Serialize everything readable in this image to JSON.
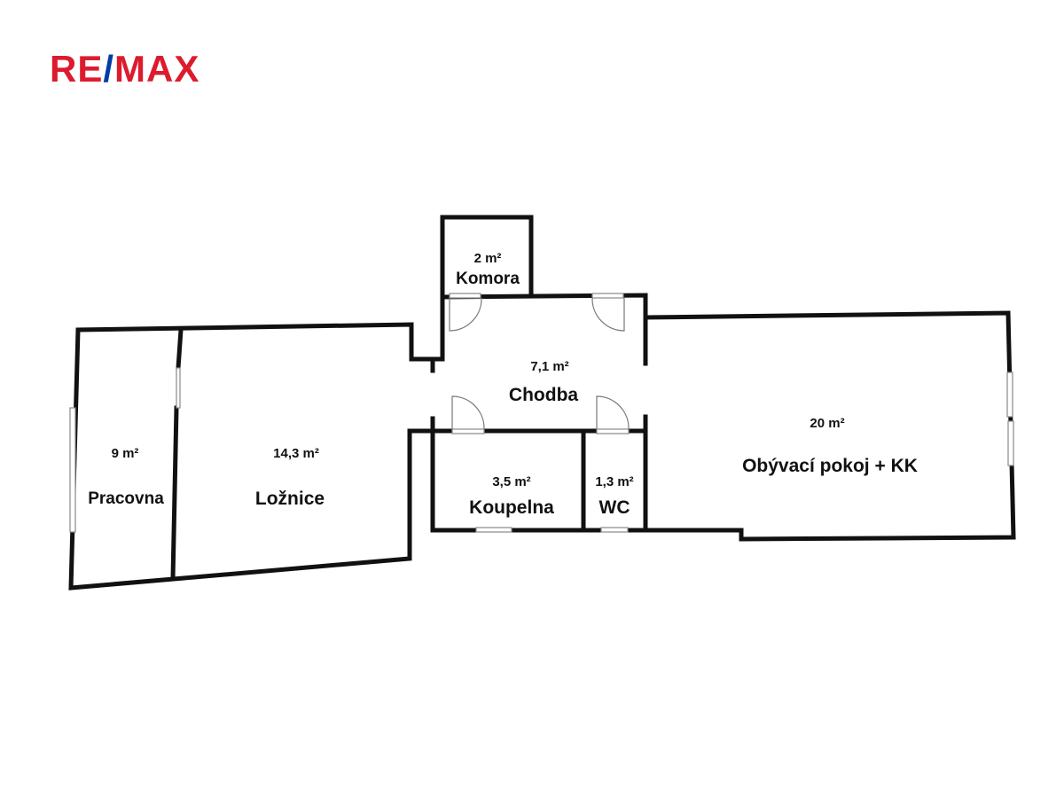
{
  "logo": {
    "text_left": "RE",
    "slash": "/",
    "text_right": "MAX"
  },
  "colors": {
    "brand_red": "#dc1c2e",
    "brand_blue": "#003da5",
    "wall": "#111111"
  },
  "rooms": [
    {
      "id": "komora",
      "area": "2 m²",
      "name": "Komora"
    },
    {
      "id": "chodba",
      "area": "7,1 m²",
      "name": "Chodba"
    },
    {
      "id": "pracovna",
      "area": "9 m²",
      "name": "Pracovna"
    },
    {
      "id": "loznice",
      "area": "14,3 m²",
      "name": "Ložnice"
    },
    {
      "id": "koupelna",
      "area": "3,5 m²",
      "name": "Koupelna"
    },
    {
      "id": "wc",
      "area": "1,3 m²",
      "name": "WC"
    },
    {
      "id": "obyvaci",
      "area": "20 m²",
      "name": "Obývací pokoj + KK"
    }
  ]
}
